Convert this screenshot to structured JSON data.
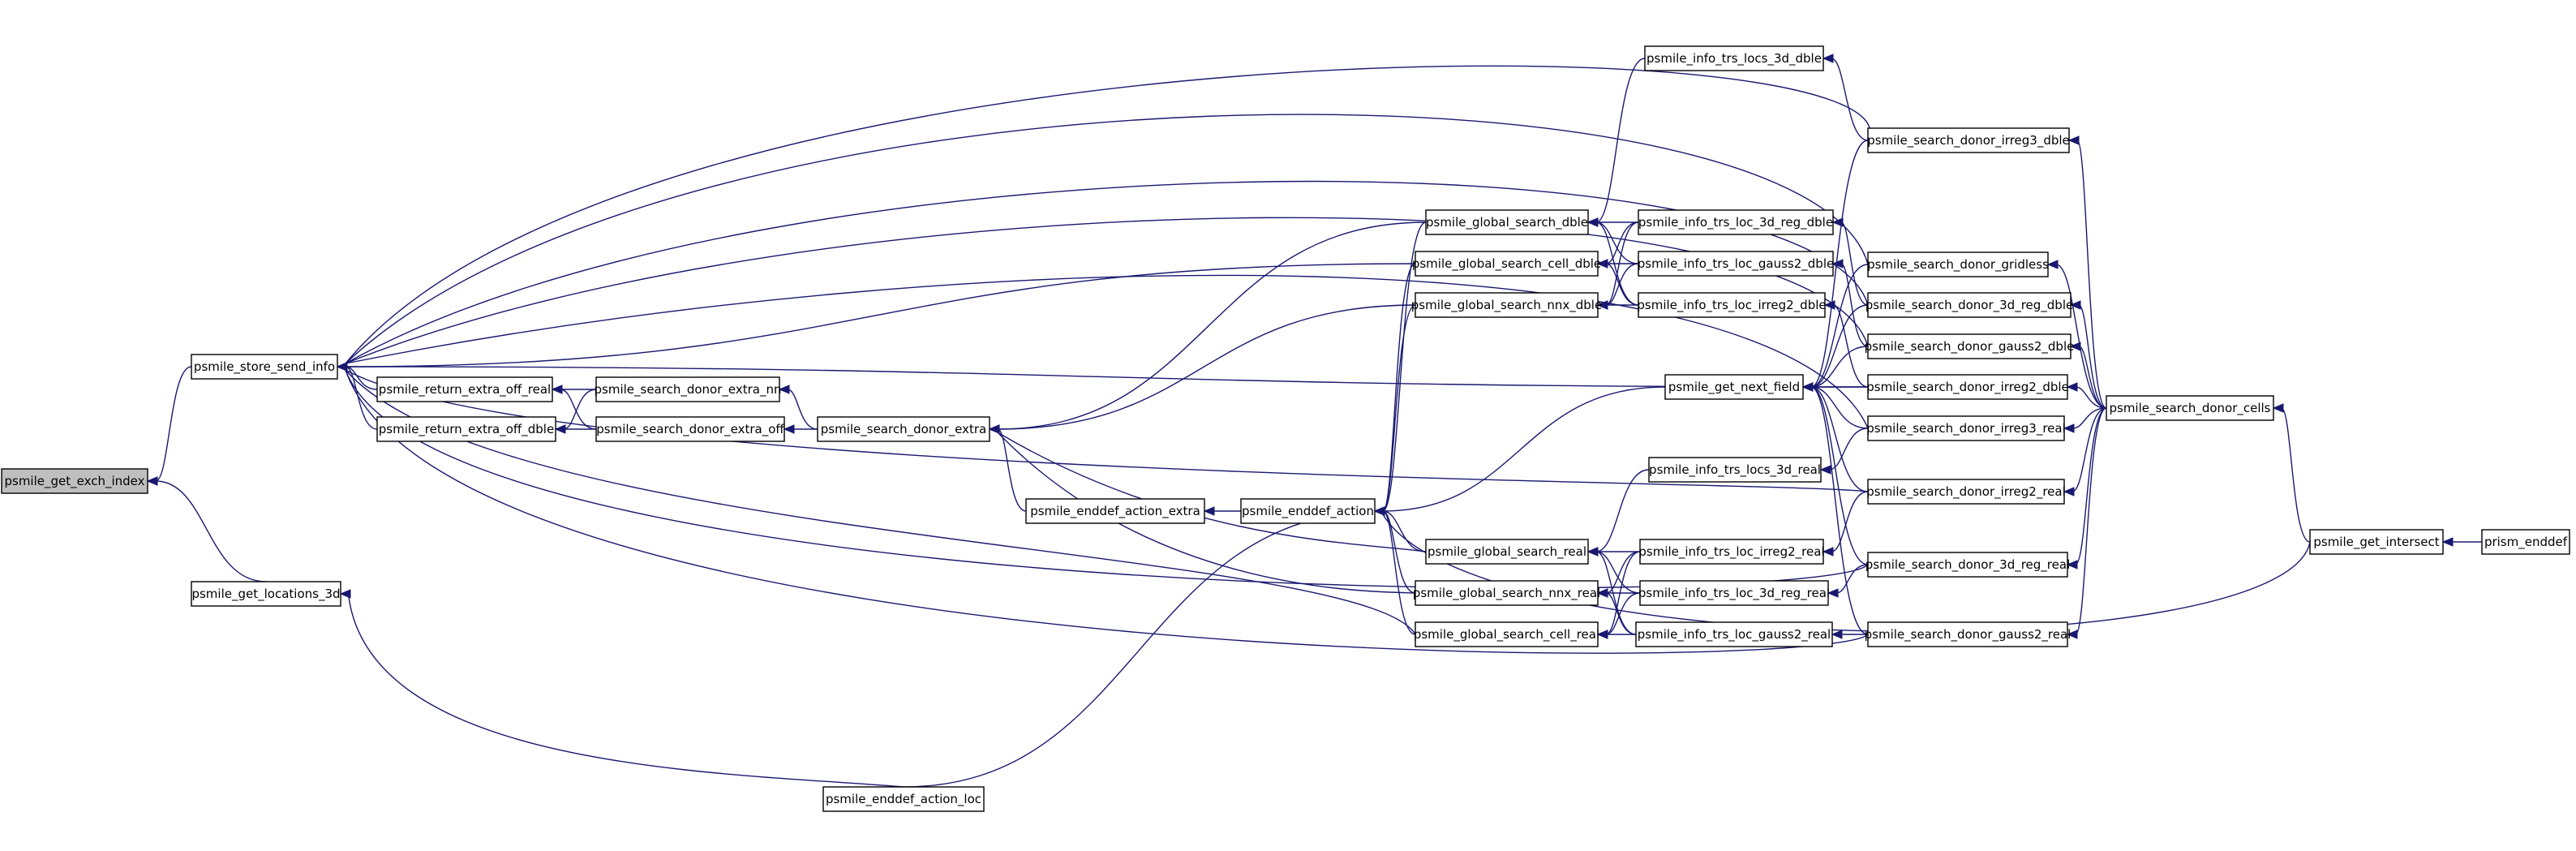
{
  "colors": {
    "edge": "#191970",
    "node_border": "#000000",
    "highlight_fill": "#bfbfbf"
  },
  "nodes": {
    "get_exch_index": "psmile_get_exch_index",
    "store_send_info": "psmile_store_send_info",
    "get_locations_3d": "psmile_get_locations_3d",
    "return_extra_off_real": "psmile_return_extra_off_real",
    "return_extra_off_dble": "psmile_return_extra_off_dble",
    "search_donor_extra_nn": "psmile_search_donor_extra_nn",
    "search_donor_extra_off": "psmile_search_donor_extra_off",
    "search_donor_extra": "psmile_search_donor_extra",
    "enddef_action_extra": "psmile_enddef_action_extra",
    "enddef_action": "psmile_enddef_action",
    "enddef_action_loc": "psmile_enddef_action_loc",
    "global_search_dble": "psmile_global_search_dble",
    "global_search_cell_dble": "psmile_global_search_cell_dble",
    "global_search_nnx_dble": "psmile_global_search_nnx_dble",
    "global_search_real": "psmile_global_search_real",
    "global_search_nnx_real": "psmile_global_search_nnx_real",
    "global_search_cell_real": "psmile_global_search_cell_real",
    "info_trs_locs_3d_dble": "psmile_info_trs_locs_3d_dble",
    "info_trs_loc_3d_reg_dble": "psmile_info_trs_loc_3d_reg_dble",
    "info_trs_loc_gauss2_dble": "psmile_info_trs_loc_gauss2_dble",
    "info_trs_loc_irreg2_dble": "psmile_info_trs_loc_irreg2_dble",
    "get_next_field": "psmile_get_next_field",
    "info_trs_locs_3d_real": "psmile_info_trs_locs_3d_real",
    "info_trs_loc_irreg2_real": "psmile_info_trs_loc_irreg2_real",
    "info_trs_loc_3d_reg_real": "psmile_info_trs_loc_3d_reg_real",
    "info_trs_loc_gauss2_real": "psmile_info_trs_loc_gauss2_real",
    "search_donor_irreg3_dble": "psmile_search_donor_irreg3_dble",
    "search_donor_gridless": "psmile_search_donor_gridless",
    "search_donor_3d_reg_dble": "psmile_search_donor_3d_reg_dble",
    "search_donor_gauss2_dble": "psmile_search_donor_gauss2_dble",
    "search_donor_irreg2_dble": "psmile_search_donor_irreg2_dble",
    "search_donor_irreg3_real": "psmile_search_donor_irreg3_real",
    "search_donor_irreg2_real": "psmile_search_donor_irreg2_real",
    "search_donor_3d_reg_real": "psmile_search_donor_3d_reg_real",
    "search_donor_gauss2_real": "psmile_search_donor_gauss2_real",
    "search_donor_cells": "psmile_search_donor_cells",
    "get_intersect": "psmile_get_intersect",
    "prism_enddef": "prism_enddef"
  }
}
